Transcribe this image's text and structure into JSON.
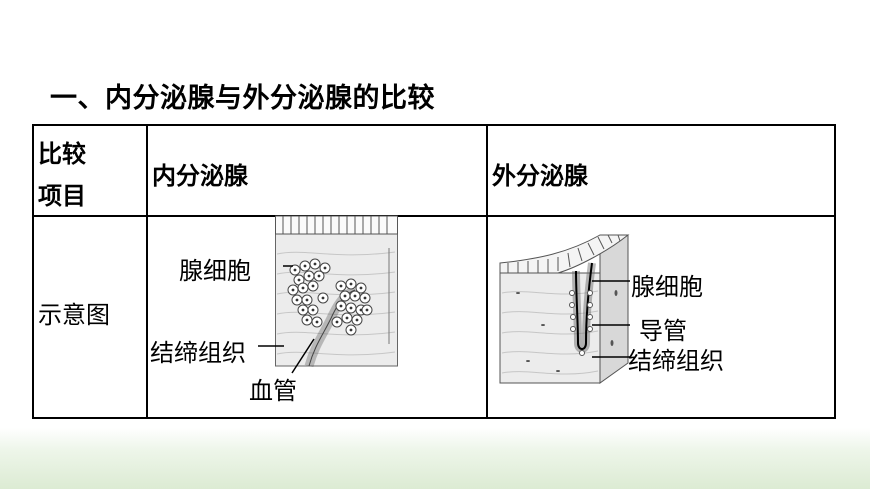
{
  "heading": "一、内分泌腺与外分泌腺的比较",
  "table": {
    "header": {
      "item_line1": "比较",
      "item_line2": "项目",
      "col_endocrine": "内分泌腺",
      "col_exocrine": "外分泌腺"
    },
    "row_label": "示意图",
    "endocrine": {
      "labels": {
        "gland_cell": "腺细胞",
        "connective_tissue": "结缔组织",
        "blood_vessel": "血管"
      }
    },
    "exocrine": {
      "labels": {
        "gland_cell": "腺细胞",
        "duct": "导管",
        "connective_tissue": "结缔组织"
      }
    }
  }
}
